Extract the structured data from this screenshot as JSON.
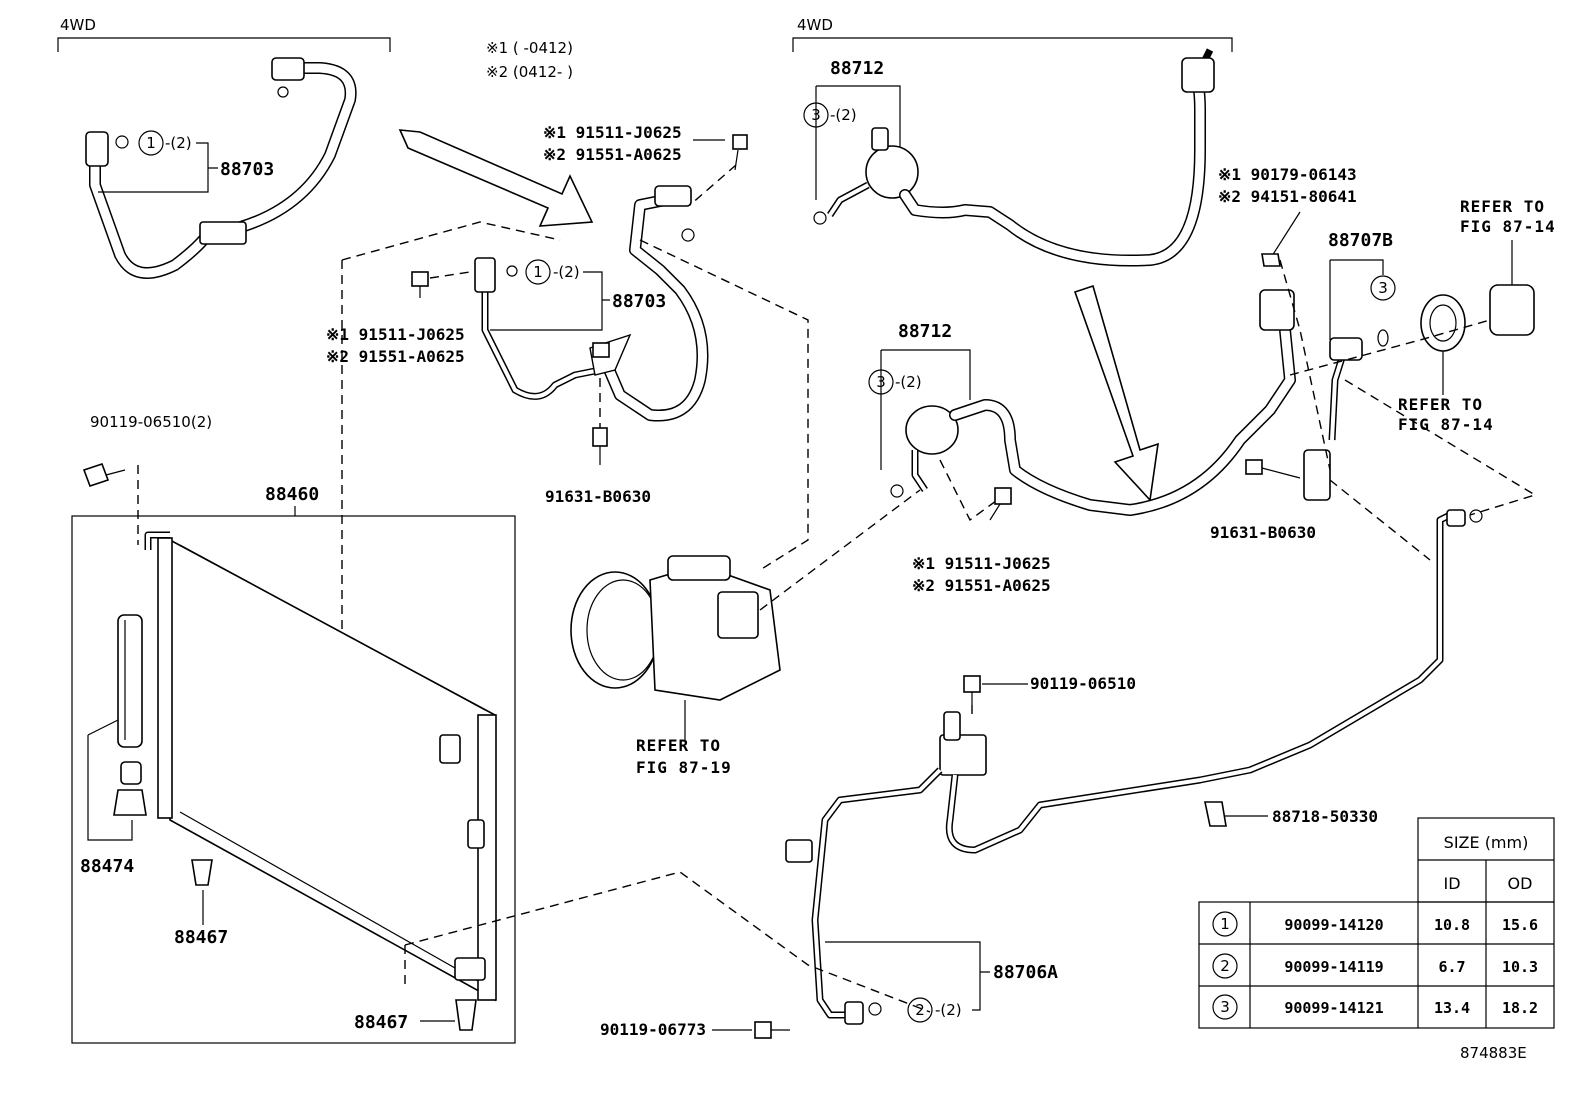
{
  "labels": {
    "wd_left": "4WD",
    "wd_right": "4WD",
    "note1": "※1 (      -0412)",
    "note2": "※2 (0412-      )",
    "p88703_a": "88703",
    "p88703_b": "88703",
    "p88712_a": "88712",
    "p88712_b": "88712",
    "p88707b": "88707B",
    "p88460": "88460",
    "p88474": "88474",
    "p88467_a": "88467",
    "p88467_b": "88467",
    "p88706a": "88706A",
    "p88718": "88718-50330",
    "p90119_06510_2": "90119-06510(2)",
    "p90119_06510": "90119-06510",
    "p90119_06773": "90119-06773",
    "p91631_a": "91631-B0630",
    "p91631_b": "91631-B0630",
    "b1_top": "※1 91511-J0625",
    "b2_top": "※2 91551-A0625",
    "b1_mid": "※1 91511-J0625",
    "b2_mid": "※2 91551-A0625",
    "b1_low": "※1 91511-J0625",
    "b2_low": "※2 91551-A0625",
    "n1_right": "※1 90179-06143",
    "n2_right": "※2 94151-80641",
    "ref_8714_top_1": "REFER TO",
    "ref_8714_top_2": "FIG 87-14",
    "ref_8714_mid_1": "REFER TO",
    "ref_8714_mid_2": "FIG 87-14",
    "ref_8719_1": "REFER TO",
    "ref_8719_2": "FIG 87-19",
    "qty_1a": "-(2)",
    "qty_1b": "-(2)",
    "qty_3a": "-(2)",
    "qty_3b": "-(2)",
    "qty_2a": "-(2)",
    "circ_1": "1",
    "circ_3": "3",
    "circ_2": "2",
    "figure_no": "874883E"
  },
  "size_table": {
    "header": "SIZE (mm)",
    "col_id": "ID",
    "col_od": "OD",
    "rows": [
      {
        "num": "1",
        "part": "90099-14120",
        "id": "10.8",
        "od": "15.6"
      },
      {
        "num": "2",
        "part": "90099-14119",
        "id": "6.7",
        "od": "10.3"
      },
      {
        "num": "3",
        "part": "90099-14121",
        "id": "13.4",
        "od": "18.2"
      }
    ]
  }
}
